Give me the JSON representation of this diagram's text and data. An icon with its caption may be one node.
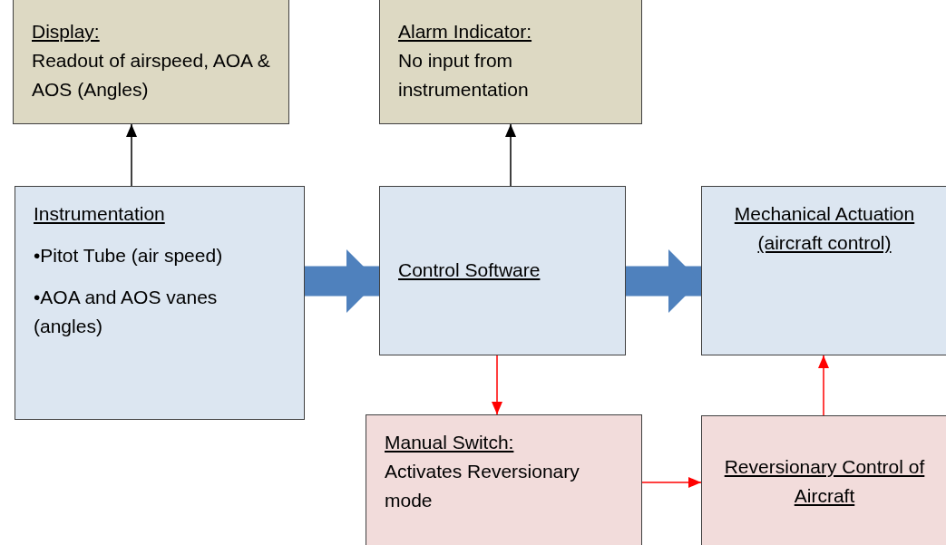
{
  "diagram": {
    "nodes": [
      {
        "text": [
          "Display:",
          "Readout of airspeed, AOA & AOS (Angles)"
        ]
      },
      {
        "text": [
          "Alarm Indicator:",
          "No input from instrumentation"
        ]
      },
      {
        "text": [
          "Instrumentation",
          "•Pitot Tube (air speed)",
          "•AOA and AOS vanes (angles)"
        ]
      },
      {
        "text": [
          "Control Software"
        ]
      },
      {
        "text": [
          "Mechanical Actuation (aircraft control)"
        ]
      },
      {
        "text": [
          "Manual Switch:",
          "Activates Reversionary mode"
        ]
      },
      {
        "text": [
          "Reversionary Control of Aircraft"
        ]
      }
    ],
    "edges": [
      {
        "from": 2,
        "to": 0,
        "arrow": "to",
        "color": "#000000"
      },
      {
        "from": 3,
        "to": 1,
        "arrow": "to",
        "color": "#000000"
      },
      {
        "from": 2,
        "to": 3,
        "arrow": "to",
        "style": "thick",
        "color": "#4f81bd"
      },
      {
        "from": 3,
        "to": 4,
        "arrow": "to",
        "style": "thick",
        "color": "#4f81bd"
      },
      {
        "from": 3,
        "to": 5,
        "arrow": "to",
        "color": "#ff0000"
      },
      {
        "from": 5,
        "to": 6,
        "arrow": "to",
        "color": "#ff0000"
      },
      {
        "from": 6,
        "to": 4,
        "arrow": "to",
        "color": "#ff0000"
      }
    ]
  }
}
